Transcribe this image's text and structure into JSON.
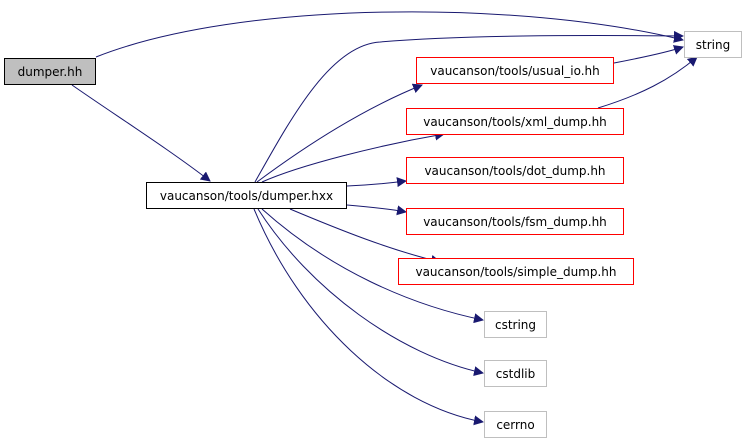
{
  "diagram": {
    "edge_color": "#191970",
    "nodes": {
      "dumper_hh": {
        "label": "dumper.hh",
        "style": "root",
        "fill": "#bfbfbf",
        "border": "#000000"
      },
      "dumper_hxx": {
        "label": "vaucanson/tools/dumper.hxx",
        "style": "main",
        "border": "#000000"
      },
      "string": {
        "label": "string",
        "style": "gray",
        "border": "#bfbfbf"
      },
      "usual_io": {
        "label": "vaucanson/tools/usual_io.hh",
        "style": "red",
        "border": "#ff0000"
      },
      "xml_dump": {
        "label": "vaucanson/tools/xml_dump.hh",
        "style": "red",
        "border": "#ff0000"
      },
      "dot_dump": {
        "label": "vaucanson/tools/dot_dump.hh",
        "style": "red",
        "border": "#ff0000"
      },
      "fsm_dump": {
        "label": "vaucanson/tools/fsm_dump.hh",
        "style": "red",
        "border": "#ff0000"
      },
      "simple_dump": {
        "label": "vaucanson/tools/simple_dump.hh",
        "style": "red",
        "border": "#ff0000"
      },
      "cstring": {
        "label": "cstring",
        "style": "gray",
        "border": "#bfbfbf"
      },
      "cstdlib": {
        "label": "cstdlib",
        "style": "gray",
        "border": "#bfbfbf"
      },
      "cerrno": {
        "label": "cerrno",
        "style": "gray",
        "border": "#bfbfbf"
      }
    },
    "edges": [
      {
        "from": "dumper_hh",
        "to": "string"
      },
      {
        "from": "dumper_hh",
        "to": "dumper_hxx"
      },
      {
        "from": "dumper_hxx",
        "to": "string"
      },
      {
        "from": "dumper_hxx",
        "to": "usual_io"
      },
      {
        "from": "dumper_hxx",
        "to": "xml_dump"
      },
      {
        "from": "dumper_hxx",
        "to": "dot_dump"
      },
      {
        "from": "dumper_hxx",
        "to": "fsm_dump"
      },
      {
        "from": "dumper_hxx",
        "to": "simple_dump"
      },
      {
        "from": "dumper_hxx",
        "to": "cstring"
      },
      {
        "from": "dumper_hxx",
        "to": "cstdlib"
      },
      {
        "from": "dumper_hxx",
        "to": "cerrno"
      },
      {
        "from": "usual_io",
        "to": "string"
      },
      {
        "from": "xml_dump",
        "to": "string"
      }
    ]
  }
}
